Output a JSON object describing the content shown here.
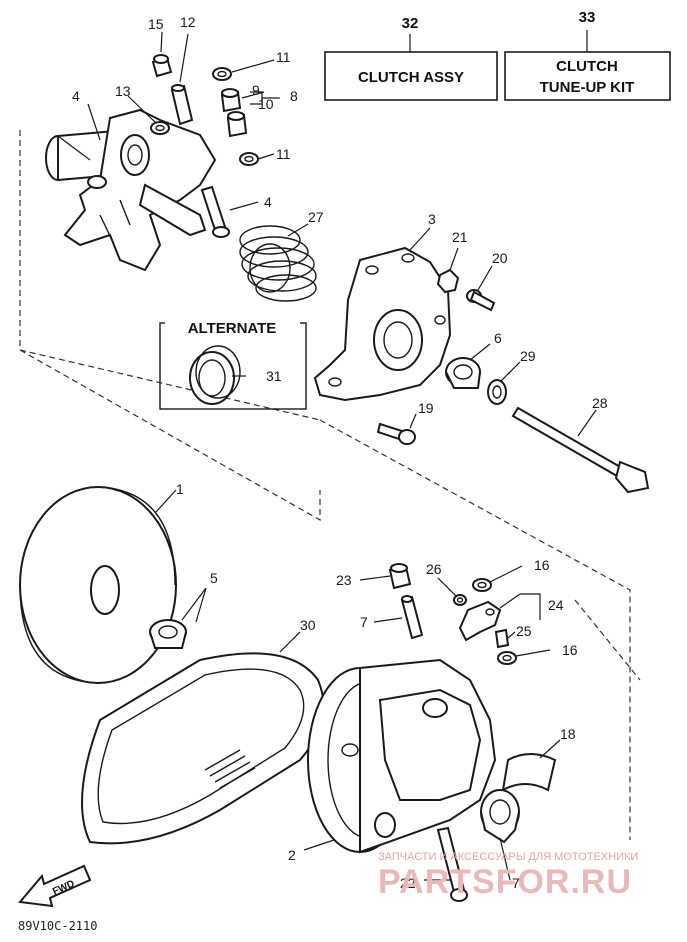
{
  "diagram": {
    "kit_numbers": {
      "clutch_assy": "32",
      "tune_up_kit": "33"
    },
    "boxes": {
      "clutch_assy": "CLUTCH ASSY",
      "tune_up_line1": "CLUTCH",
      "tune_up_line2": "TUNE-UP KIT",
      "alternate": "ALTERNATE"
    },
    "callouts": {
      "p1": "1",
      "p2": "2",
      "p3": "3",
      "p4a": "4",
      "p4b": "4",
      "p5": "5",
      "p6": "6",
      "p7a": "7",
      "p7b": "7",
      "p8": "8",
      "p9": "9",
      "p10": "10",
      "p11a": "11",
      "p11b": "11",
      "p12": "12",
      "p13": "13",
      "p15": "15",
      "p16a": "16",
      "p16b": "16",
      "p18": "18",
      "p19": "19",
      "p20": "20",
      "p21": "21",
      "p22": "22",
      "p23": "23",
      "p24": "24",
      "p25": "25",
      "p26": "26",
      "p27": "27",
      "p28": "28",
      "p29": "29",
      "p30": "30",
      "p31": "31"
    },
    "fwd_label": "FWD",
    "drawing_code": "89V10C-2110",
    "watermark": {
      "line1": "ЗАПЧАСТИ И АКСЕССУАРЫ ДЛЯ МОТОТЕХНИКИ",
      "line2": "PARTSFOR.RU"
    }
  }
}
